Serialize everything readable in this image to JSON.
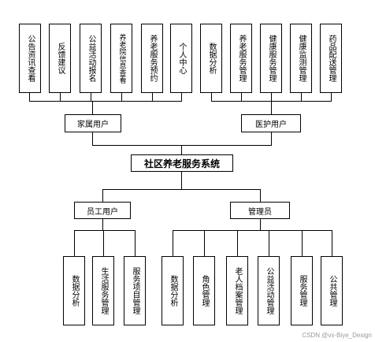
{
  "root": "社区养老服务系统",
  "branches": {
    "family": {
      "label": "家属用户",
      "children": [
        "公告资讯查看",
        "反馈建议",
        "公益活动报名",
        "养老院信息查看",
        "养老服务预约",
        "个人中心"
      ]
    },
    "medical": {
      "label": "医护用户",
      "children": [
        "数据分析",
        "养老服务管理",
        "健康服务管理",
        "健康监测管理",
        "药品配送管理"
      ]
    },
    "staff": {
      "label": "员工用户",
      "children": [
        "数据分析",
        "生活服务管理",
        "服务项目管理"
      ]
    },
    "admin": {
      "label": "管理员",
      "children": [
        "数据分析",
        "角色管理",
        "老人档案管理",
        "公益活动管理",
        "服务管理",
        "公共管理"
      ]
    }
  },
  "watermark": "CSDN @vx-Biye_Design"
}
